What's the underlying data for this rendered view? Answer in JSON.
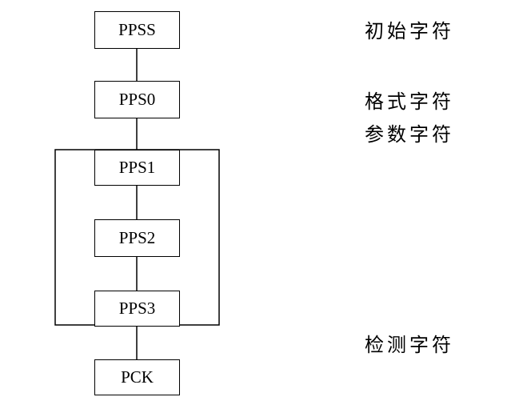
{
  "boxes": {
    "ppss": "PPSS",
    "pps0": "PPS0",
    "pps1": "PPS1",
    "pps2": "PPS2",
    "pps3": "PPS3",
    "pck": "PCK"
  },
  "labels": {
    "initial": "初始字符",
    "format": "格式字符",
    "param": "参数字符",
    "check": "检测字符"
  }
}
